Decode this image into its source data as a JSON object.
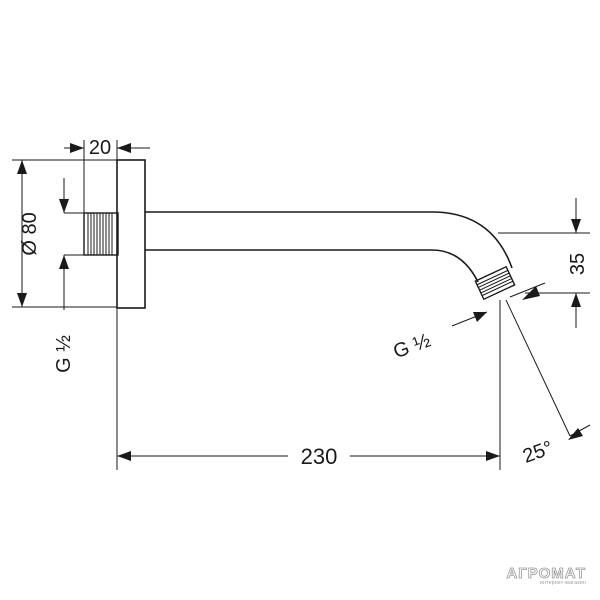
{
  "dimensions": {
    "flange_thickness": "20",
    "flange_diameter": "Ø 80",
    "inlet_thread": "G ½",
    "outlet_thread": "G ½",
    "drop_height": "35",
    "projection_length": "230",
    "outlet_angle": "25°"
  },
  "watermark": {
    "brand": "АГРОМАТ",
    "tagline": "интернет-магазин"
  },
  "colors": {
    "line": "#1a1a1a",
    "background": "#ffffff",
    "watermark": "#9a9a9a"
  }
}
